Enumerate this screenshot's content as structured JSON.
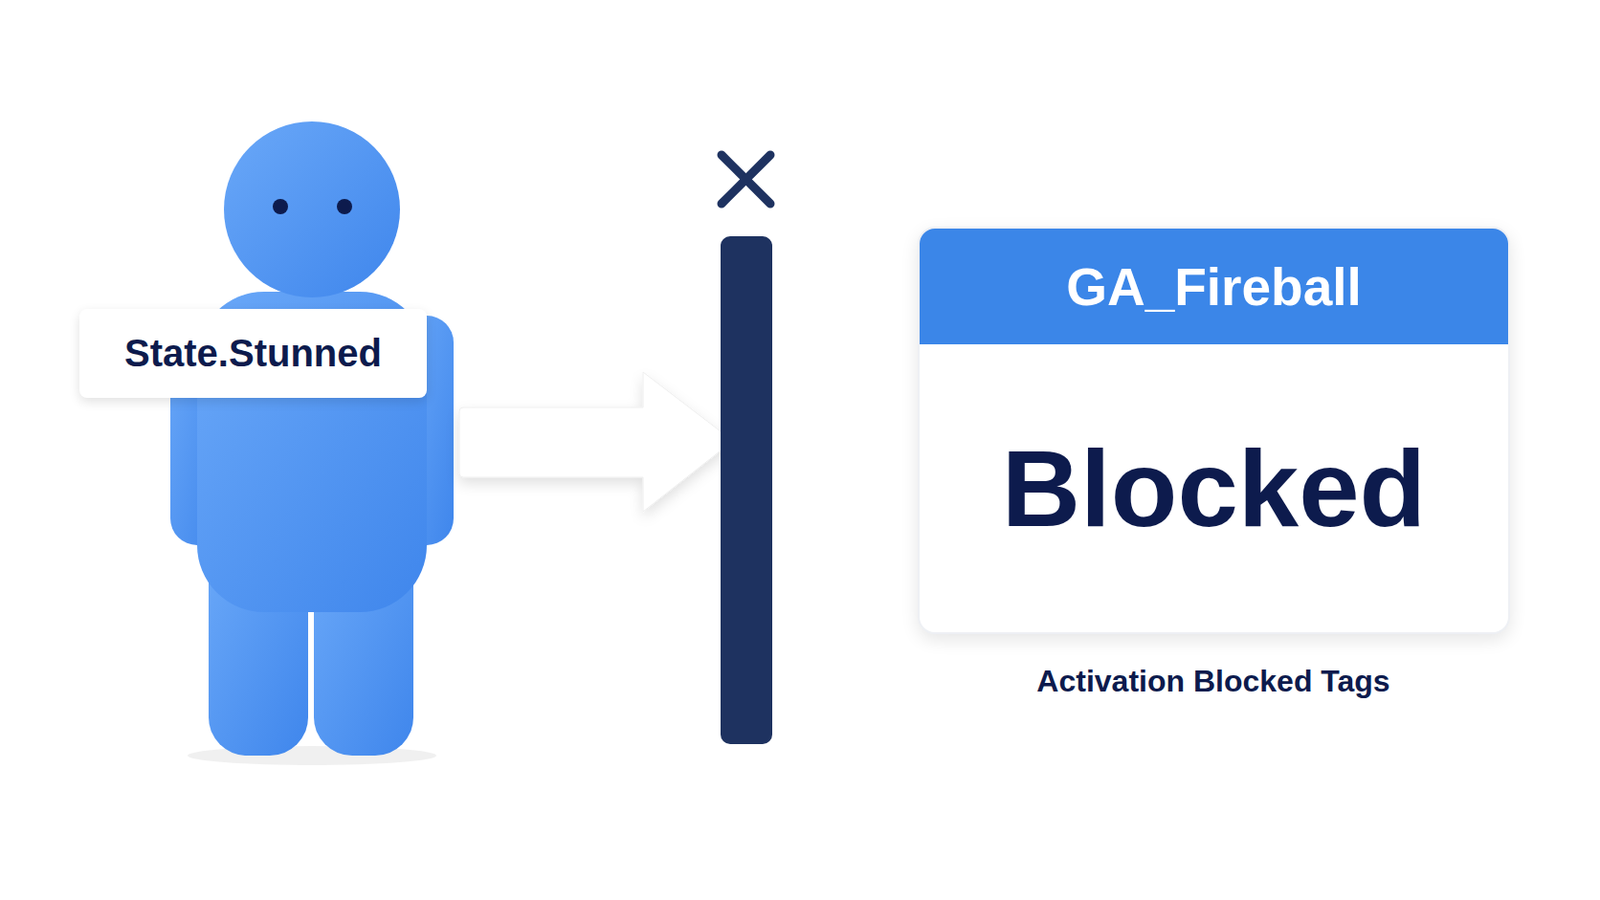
{
  "diagram": {
    "nodes": [
      {
        "text": [
          "State.Stunned"
        ]
      },
      {
        "text": [
          "GA_Fireball",
          "Blocked"
        ]
      }
    ],
    "labels": [
      "Activation Blocked Tags"
    ]
  }
}
